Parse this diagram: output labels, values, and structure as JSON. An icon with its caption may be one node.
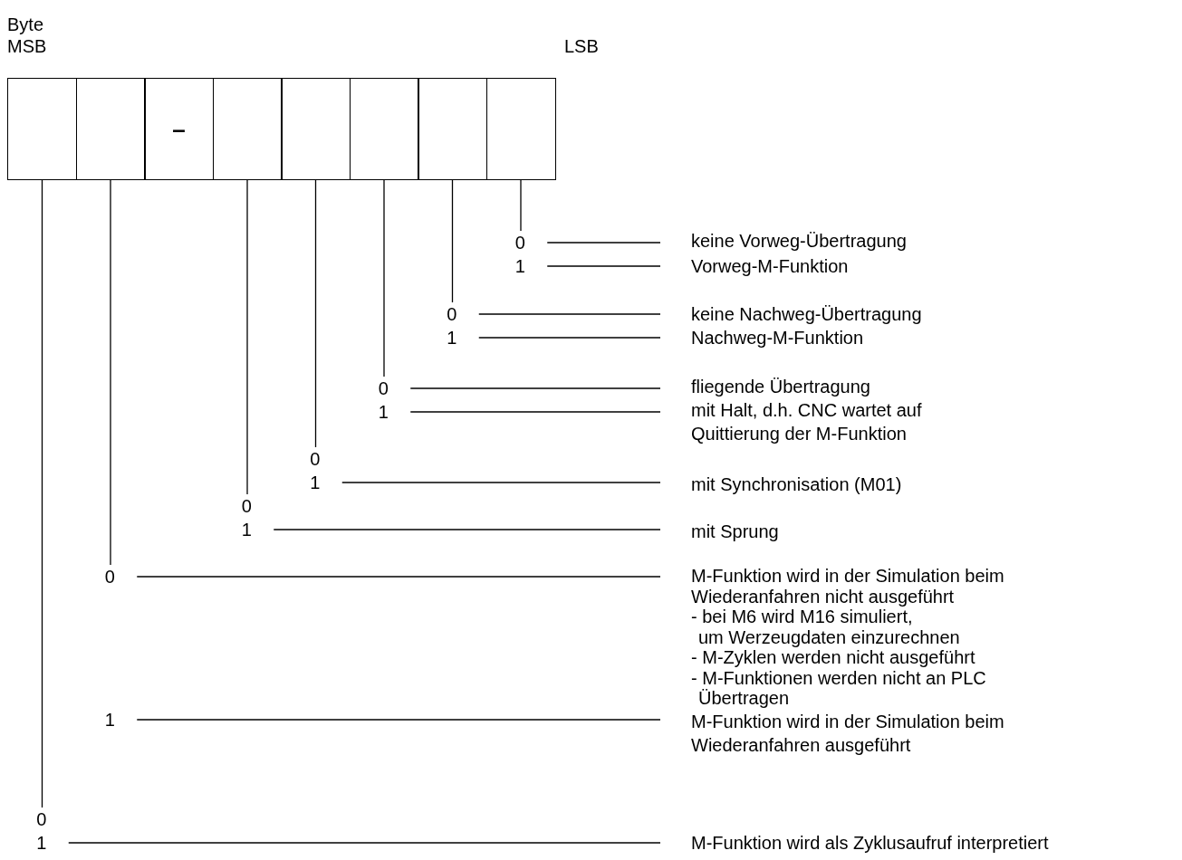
{
  "diagram": {
    "nodes": [
      {
        "text": [],
        "shape": "box"
      },
      {
        "text": [],
        "shape": "box"
      },
      {
        "text": [
          "–"
        ]
      },
      {
        "text": [],
        "shape": "box"
      },
      {
        "text": [],
        "shape": "box"
      },
      {
        "text": [],
        "shape": "box"
      },
      {
        "text": [],
        "shape": "box"
      },
      {
        "text": [],
        "shape": "box"
      },
      {
        "text": [
          "0"
        ]
      },
      {
        "text": [
          "keine Vorweg-Übertragung"
        ]
      },
      {
        "text": [
          "1"
        ]
      },
      {
        "text": [
          "Vorweg-M-Funktion"
        ]
      },
      {
        "text": [
          "0"
        ]
      },
      {
        "text": [
          "keine Nachweg-Übertragung"
        ]
      },
      {
        "text": [
          "1"
        ]
      },
      {
        "text": [
          "Nachweg-M-Funktion"
        ]
      },
      {
        "text": [
          "0"
        ]
      },
      {
        "text": [
          "fliegende Übertragung"
        ]
      },
      {
        "text": [
          "1"
        ]
      },
      {
        "text": [
          "mit Halt, d.h. CNC wartet auf Quittierung der M-Funktion"
        ]
      },
      {
        "text": [
          "0"
        ]
      },
      {
        "text": [
          "1"
        ]
      },
      {
        "text": [
          "mit Synchronisation (M01)"
        ]
      },
      {
        "text": [
          "0"
        ]
      },
      {
        "text": [
          "1"
        ]
      },
      {
        "text": [
          "mit Sprung"
        ]
      },
      {
        "text": [
          "0"
        ]
      },
      {
        "text": [
          "M-Funktion wird in der Simulation beim Wiederanfahren nicht ausgeführt",
          "- bei M6 wird M16 simuliert, um Werzeugdaten einzurechnen",
          "- M-Zyklen werden nicht ausgeführt",
          "- M-Funktionen werden nicht an PLC Übertragen"
        ]
      },
      {
        "text": [
          "1"
        ]
      },
      {
        "text": [
          "M-Funktion wird in der Simulation beim Wiederanfahren ausgeführt"
        ]
      },
      {
        "text": [
          "0"
        ]
      },
      {
        "text": [
          "1"
        ]
      },
      {
        "text": [
          "M-Funktion wird als Zyklusaufruf interpretiert"
        ]
      }
    ],
    "edges": [
      {
        "from": 7,
        "to": 8,
        "arrow": "none"
      },
      {
        "from": 8,
        "to": 9,
        "arrow": "none"
      },
      {
        "from": 10,
        "to": 11,
        "arrow": "none"
      },
      {
        "from": 6,
        "to": 12,
        "arrow": "none"
      },
      {
        "from": 12,
        "to": 13,
        "arrow": "none"
      },
      {
        "from": 14,
        "to": 15,
        "arrow": "none"
      },
      {
        "from": 5,
        "to": 16,
        "arrow": "none"
      },
      {
        "from": 16,
        "to": 17,
        "arrow": "none"
      },
      {
        "from": 18,
        "to": 19,
        "arrow": "none"
      },
      {
        "from": 4,
        "to": 20,
        "arrow": "none"
      },
      {
        "from": 21,
        "to": 22,
        "arrow": "none"
      },
      {
        "from": 3,
        "to": 23,
        "arrow": "none"
      },
      {
        "from": 24,
        "to": 25,
        "arrow": "none"
      },
      {
        "from": 1,
        "to": 26,
        "arrow": "none"
      },
      {
        "from": 26,
        "to": 27,
        "arrow": "none"
      },
      {
        "from": 28,
        "to": 29,
        "arrow": "none"
      },
      {
        "from": 0,
        "to": 30,
        "arrow": "none"
      },
      {
        "from": 31,
        "to": 32,
        "arrow": "none"
      }
    ],
    "labels": [
      "Byte",
      "MSB",
      "LSB"
    ]
  }
}
